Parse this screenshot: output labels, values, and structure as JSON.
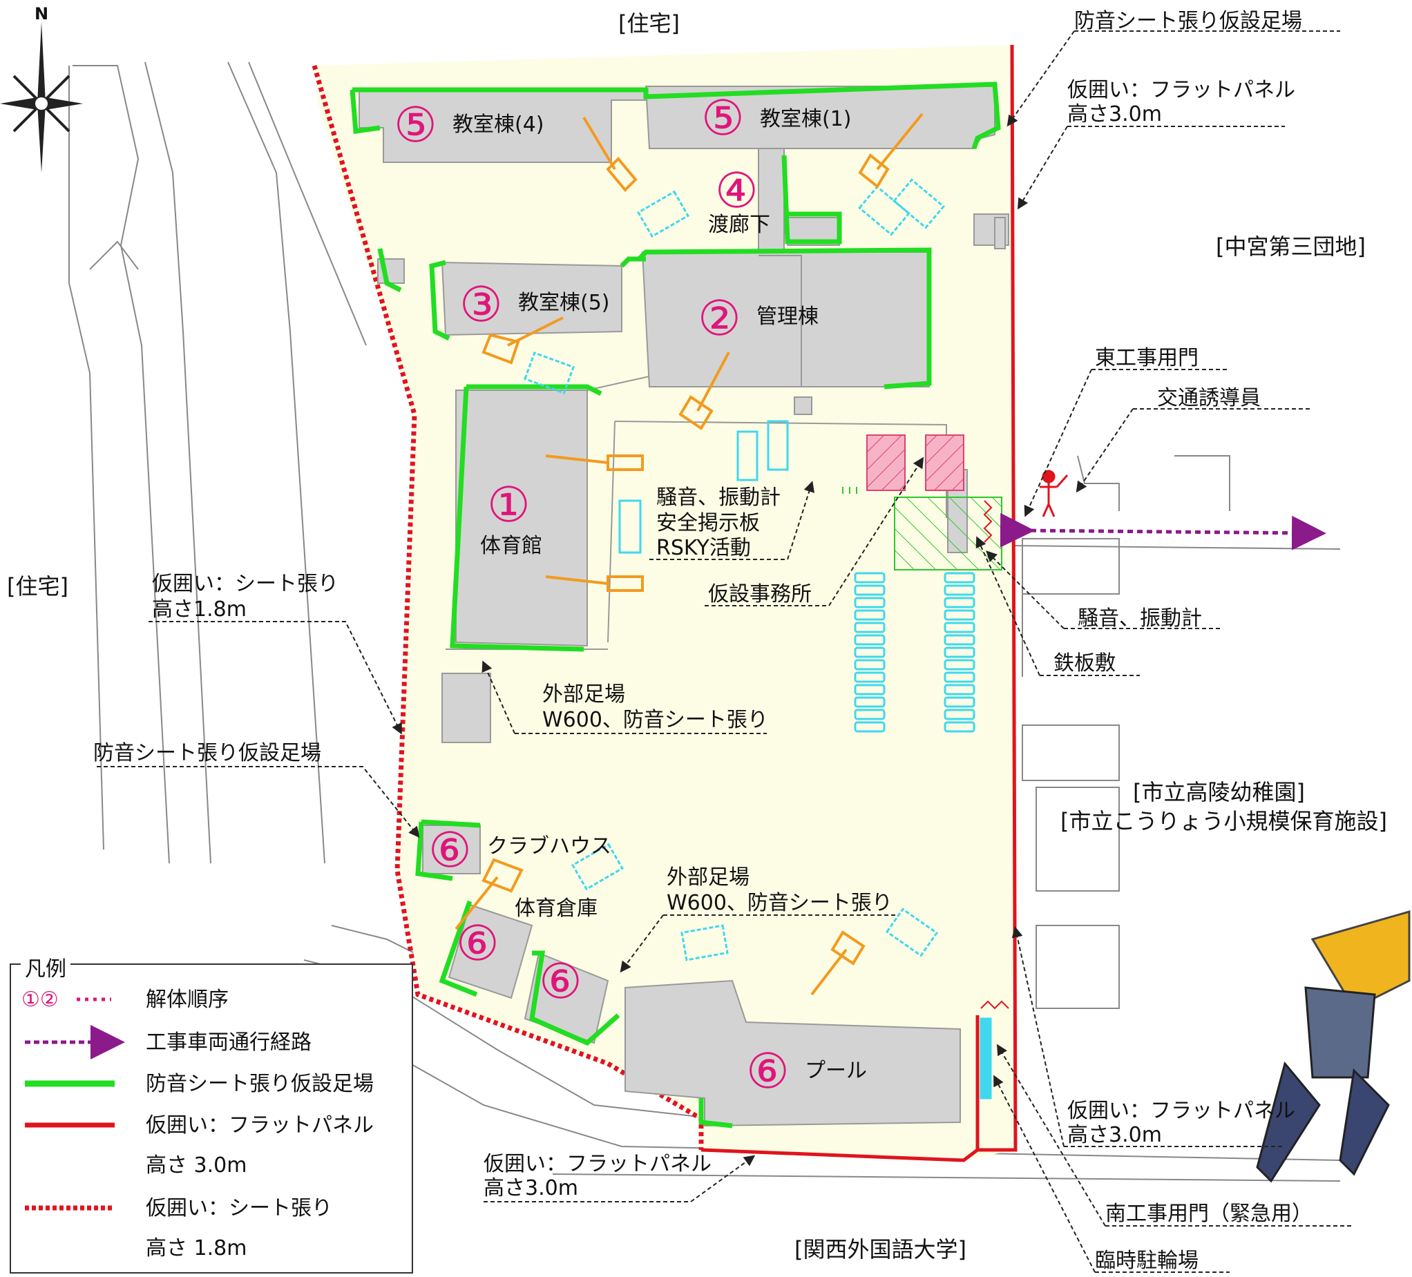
{
  "compass": {
    "north": "N"
  },
  "buildings": {
    "b5a": {
      "num": "⑤",
      "name": "教室棟(4)"
    },
    "b5b": {
      "num": "⑤",
      "name": "教室棟(1)"
    },
    "b4": {
      "num": "④",
      "name": "渡廊下"
    },
    "b3": {
      "num": "③",
      "name": "教室棟(5)"
    },
    "b2": {
      "num": "②",
      "name": "管理棟"
    },
    "b1": {
      "num": "①",
      "name": "体育館"
    },
    "b6a": {
      "num": "⑥",
      "name": "クラブハウス"
    },
    "b6b": {
      "num": "⑥",
      "name": "体育倉庫"
    },
    "b6c": {
      "num": "⑥"
    },
    "b6d": {
      "num": "⑥",
      "name": "プール"
    }
  },
  "neighbors": {
    "north": "[住宅]",
    "west": "[住宅]",
    "east": "[中宮第三団地]",
    "kindergarten": "[市立高陵幼稚園]",
    "nursery": "[市立こうりょう小規模保育施設]",
    "south": "[関西外国語大学]"
  },
  "annotations": {
    "soundproof_top": "防音シート張り仮設足場",
    "fence_top_1": "仮囲い：フラットパネル",
    "fence_top_2": "高さ3.0m",
    "east_gate": "東工事用門",
    "traffic_guide": "交通誘導員",
    "monitor_1": "騒音、振動計",
    "monitor_2": "安全掲示板",
    "monitor_3": "RSKY活動",
    "site_office": "仮設事務所",
    "noise_meter": "騒音、振動計",
    "steel_plate": "鉄板敷",
    "sheet_fence_1": "仮囲い：シート張り",
    "sheet_fence_2": "高さ1.8m",
    "ext_scaffold_1": "外部足場",
    "ext_scaffold_2": "W600、防音シート張り",
    "soundproof_left": "防音シート張り仮設足場",
    "ext_scaffold_b1": "外部足場",
    "ext_scaffold_b2": "W600、防音シート張り",
    "fence_right_1": "仮囲い：フラットパネル",
    "fence_right_2": "高さ3.0m",
    "fence_bottom_1": "仮囲い：フラットパネル",
    "fence_bottom_2": "高さ3.0m",
    "south_gate": "南工事用門（緊急用）",
    "bike_parking": "臨時駐輪場"
  },
  "legend": {
    "title": "凡例",
    "items": [
      {
        "symbol": "①②",
        "label": "解体順序"
      },
      {
        "label": "工事車両通行経路"
      },
      {
        "label": "防音シート張り仮設足場"
      },
      {
        "label": "仮囲い：フラットパネル"
      },
      {
        "label": "高さ 3.0m"
      },
      {
        "label": "仮囲い：シート張り"
      },
      {
        "label": "高さ 1.8m"
      }
    ]
  },
  "colors": {
    "site_fill": "#fdfde6",
    "building": "#d3d3d3",
    "scaffold_green": "#22dd22",
    "fence_red": "#e0141e",
    "order_magenta": "#e0157b",
    "route_purple": "#8b1a8b",
    "vehicle_cyan": "#3fd8ee",
    "excavator_orange": "#f39a1e",
    "office_pink": "#f7b3c6"
  },
  "icons": [
    "north-arrow-icon",
    "excavator-icon",
    "truck-icon",
    "traffic-guide-icon",
    "demolition-crusher-icon"
  ]
}
